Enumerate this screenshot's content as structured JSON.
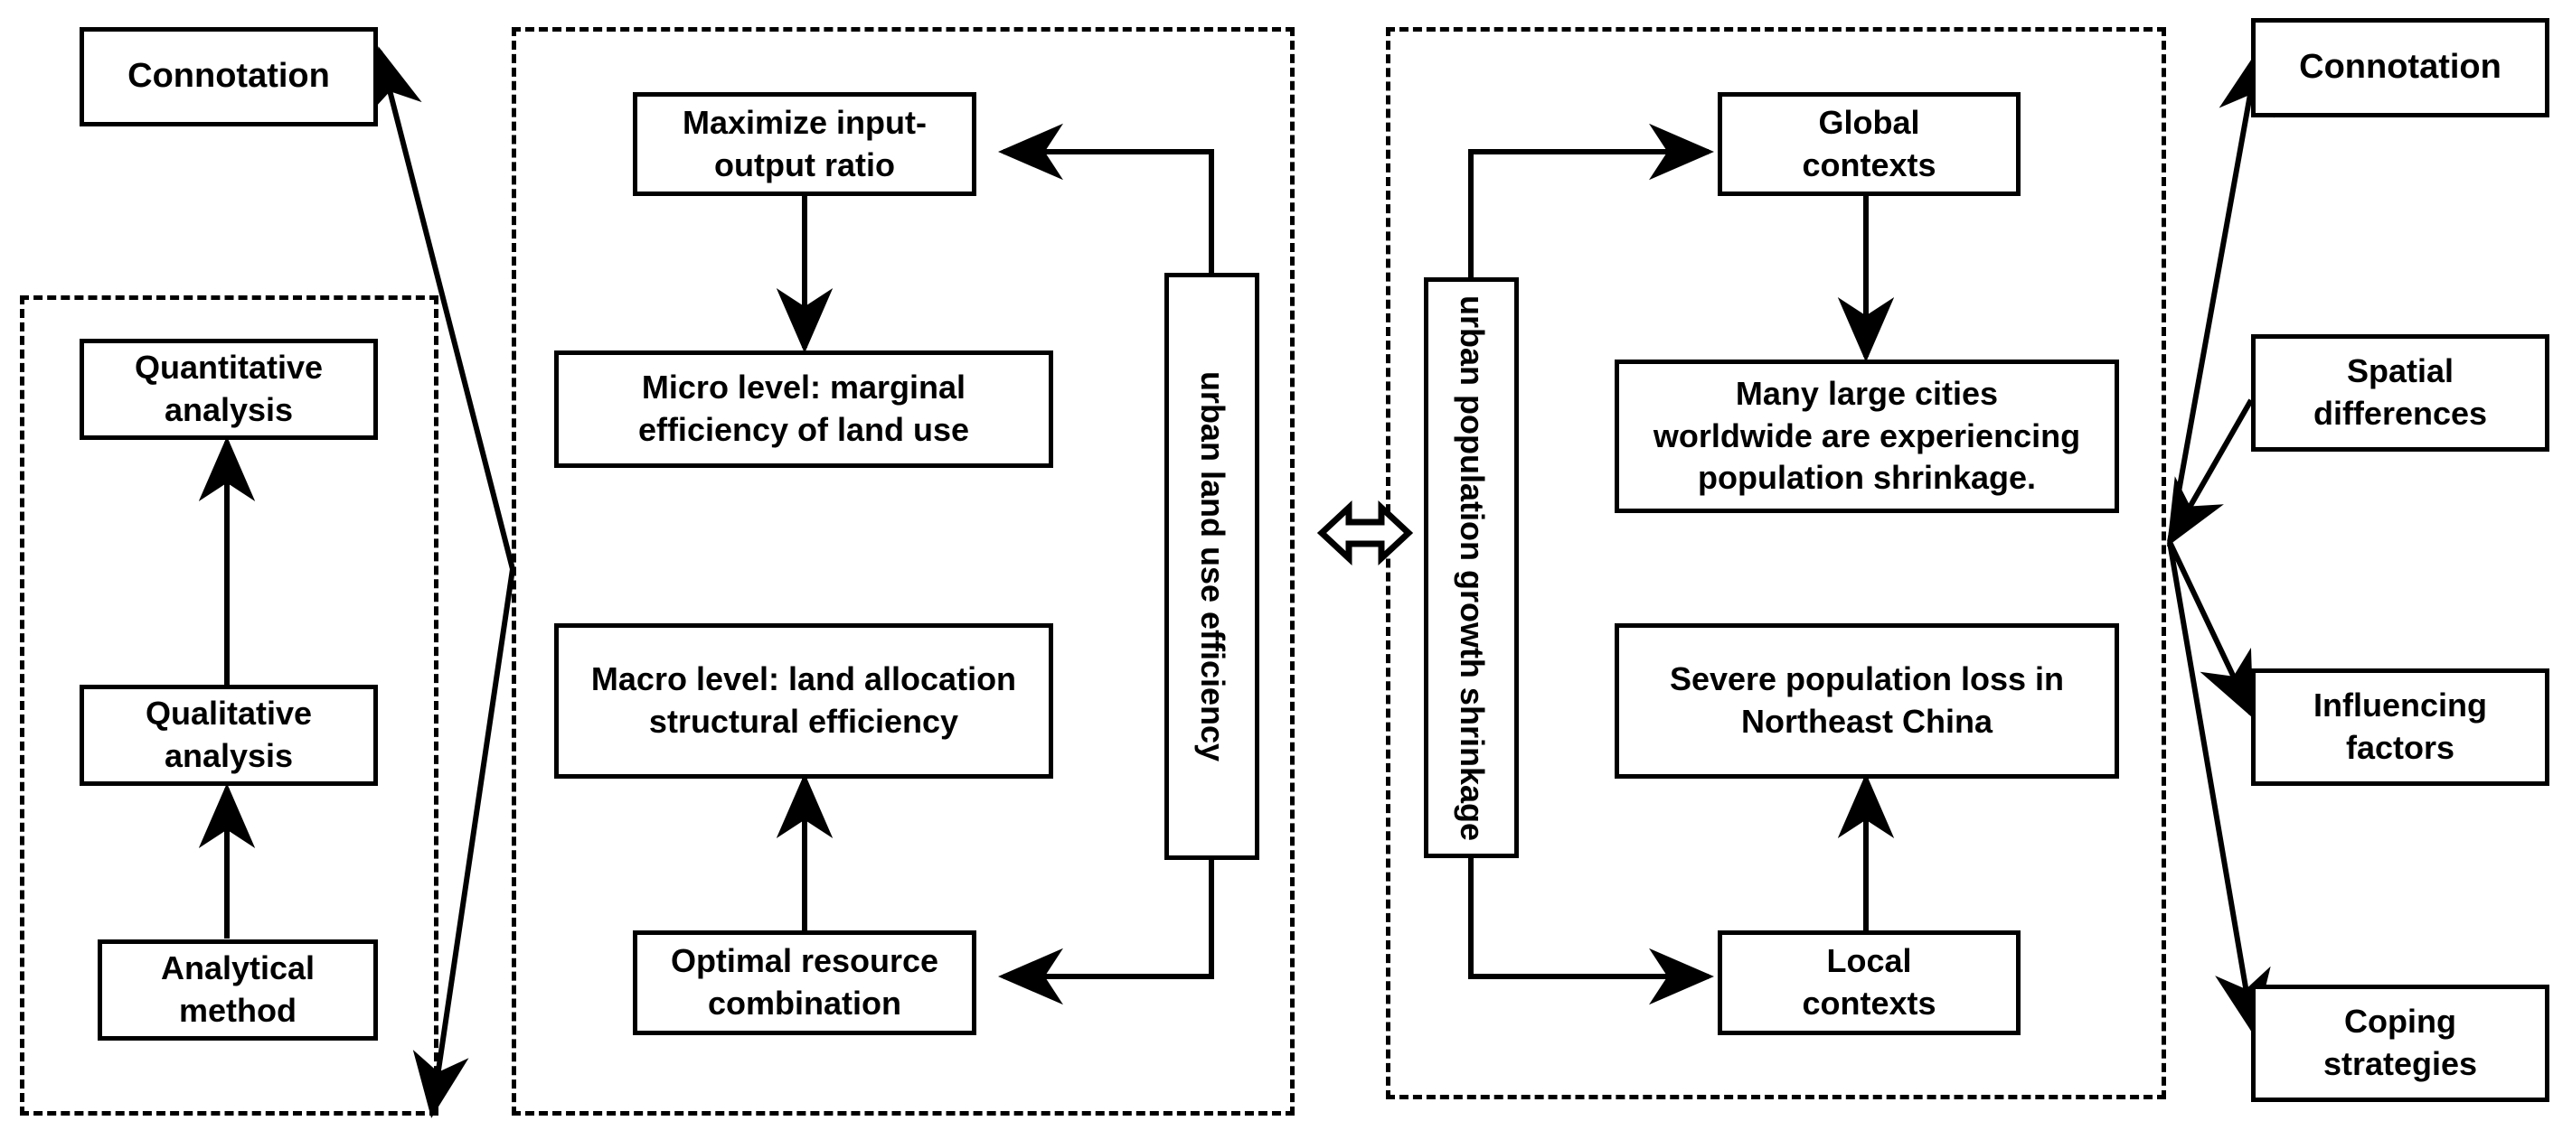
{
  "figure": {
    "type": "flow-diagram",
    "background": "#ffffff",
    "line_color": "#000000",
    "box_fill": "#ffffff"
  },
  "panels": {
    "left_dashed_panel": {
      "name": "analytical-method-panel"
    },
    "middle_dashed_panel": {
      "name": "urban-land-use-efficiency-panel"
    },
    "right_dashed_panel": {
      "name": "urban-population-growth-shrinkage-panel"
    }
  },
  "left_column": {
    "connotation": "Connotation",
    "quantitative": "Quantitative\nanalysis",
    "qualitative": "Qualitative\nanalysis",
    "analytical_method": "Analytical\nmethod"
  },
  "middle_column": {
    "maximize": "Maximize input-\noutput ratio",
    "micro": "Micro level: marginal\nefficiency of land use",
    "macro": "Macro level: land allocation\nstructural efficiency",
    "optimal": "Optimal resource\ncombination",
    "vertical_label": "urban land use efficiency"
  },
  "right_column": {
    "vertical_label": "urban population growth shrinkage",
    "global_contexts": "Global\ncontexts",
    "many_large_cities": "Many large cities\nworldwide are experiencing\npopulation shrinkage.",
    "severe_population_loss": "Severe population loss in\nNortheast China",
    "local_contexts": "Local\ncontexts"
  },
  "far_right_column": {
    "connotation": "Connotation",
    "spatial_differences": "Spatial\ndifferences",
    "influencing_factors": "Influencing\nfactors",
    "coping_strategies": "Coping\nstrategies"
  },
  "connectors": {
    "center_double_arrow": "double-headed-arrow"
  }
}
